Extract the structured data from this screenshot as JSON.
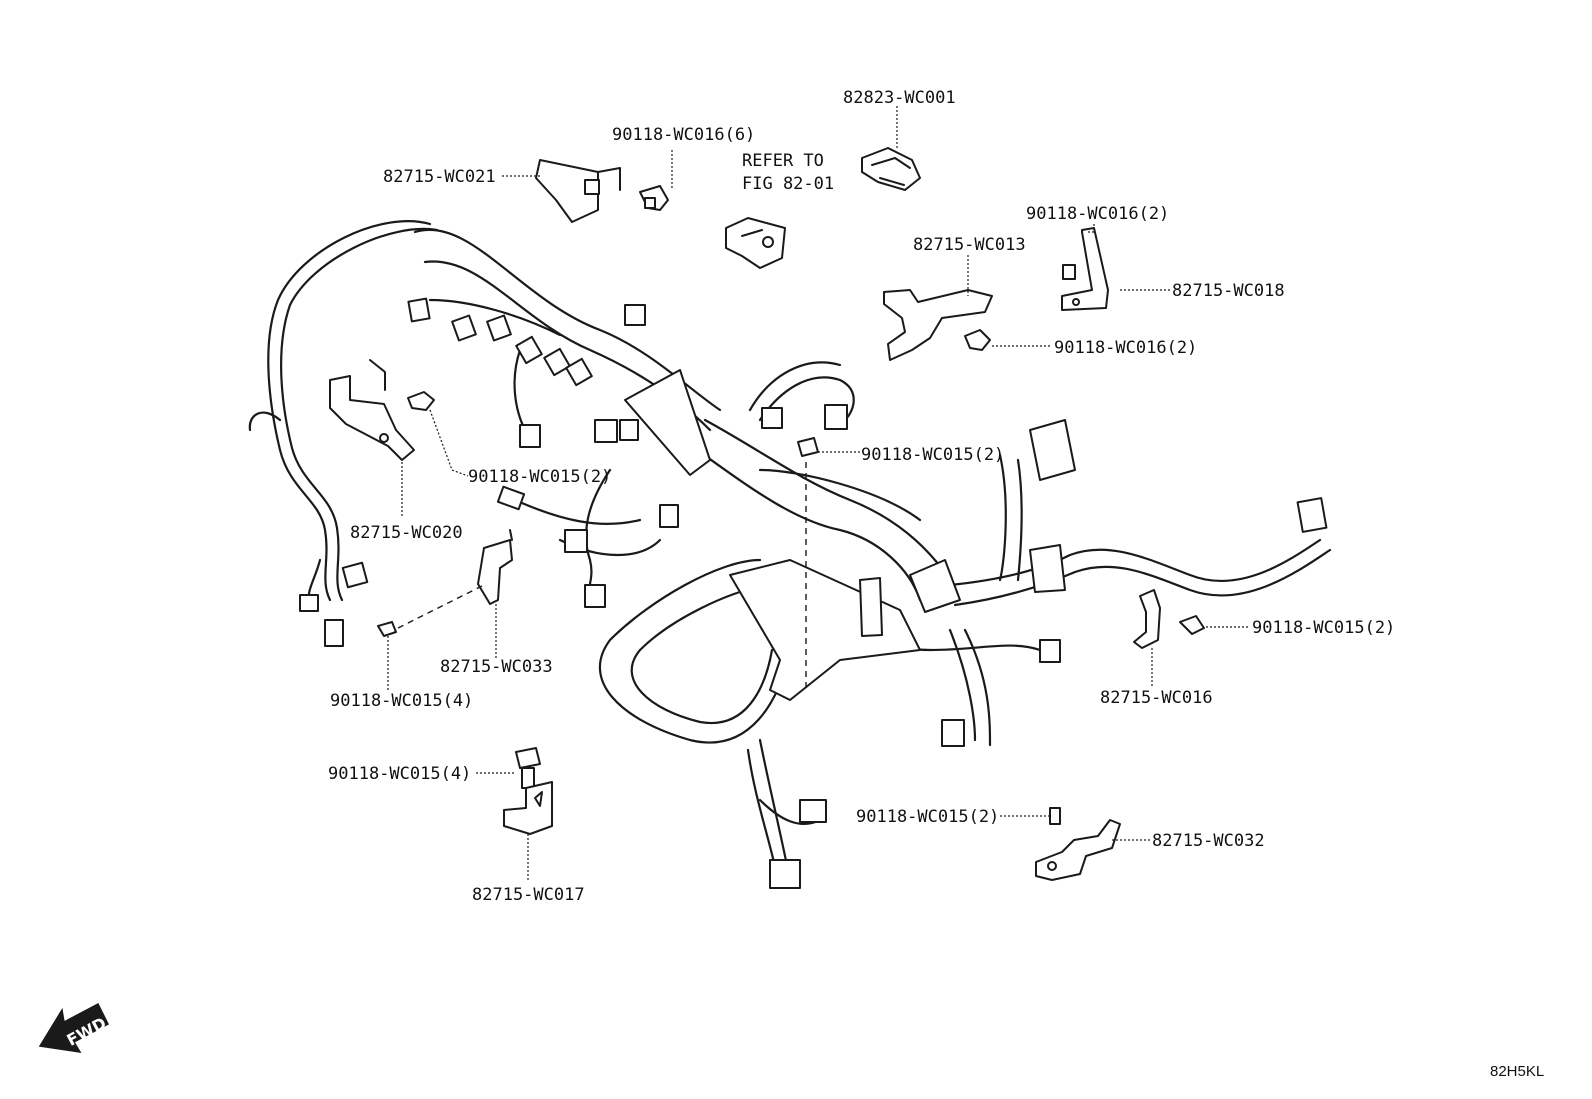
{
  "diagram_id": "82H5KL",
  "refer_note": {
    "line1": "REFER TO",
    "line2": "FIG 82-01"
  },
  "fwd_label": "FWD",
  "callouts": [
    "82823-WC001",
    "90118-WC016(6)",
    "82715-WC021",
    "90118-WC016(2)",
    "82715-WC013",
    "82715-WC018",
    "90118-WC016(2)",
    "90118-WC015(2)",
    "90118-WC015(2)",
    "82715-WC020",
    "82715-WC033",
    "90118-WC015(4)",
    "90118-WC015(2)",
    "82715-WC016",
    "90118-WC015(4)",
    "82715-WC017",
    "90118-WC015(2)",
    "82715-WC032"
  ]
}
